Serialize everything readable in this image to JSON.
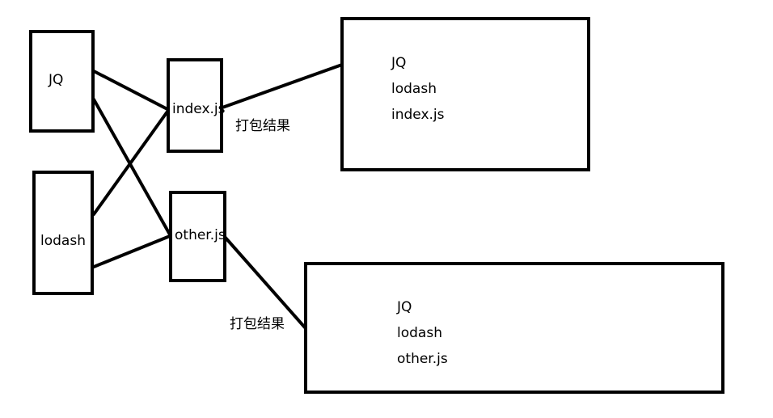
{
  "sources": {
    "jq": "JQ",
    "lodash": "lodash"
  },
  "entries": {
    "index": "index.js",
    "other": "other.js"
  },
  "edge_label": "打包结果",
  "result_index": [
    "JQ",
    "lodash",
    "index.js"
  ],
  "result_other": [
    "JQ",
    "lodash",
    "other.js"
  ]
}
